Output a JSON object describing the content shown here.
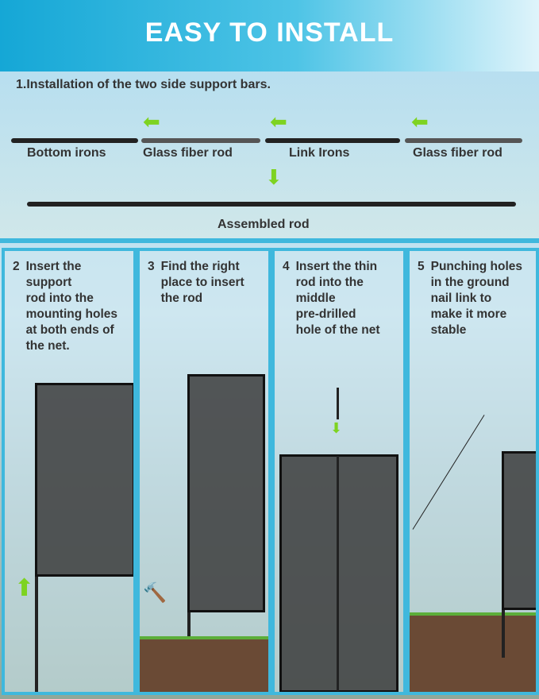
{
  "header": {
    "title": "EASY TO INSTALL"
  },
  "step1": {
    "title": "1.Installation of the two side support bars.",
    "labels": [
      "Bottom irons",
      "Glass fiber rod",
      "Link Irons",
      "Glass fiber rod"
    ],
    "assembled": "Assembled rod"
  },
  "steps": [
    {
      "num": "2",
      "text": "Insert the\nsupport\nrod into the\nmounting holes\nat both ends of\nthe net."
    },
    {
      "num": "3",
      "text": "Find the right\nplace to insert\nthe rod"
    },
    {
      "num": "4",
      "text": "Insert the thin\nrod into the\nmiddle\npre-drilled\nhole of the net"
    },
    {
      "num": "5",
      "text": "Punching holes\nin the ground\nnail link to\nmake it more\nstable"
    }
  ],
  "colors": {
    "accent": "#3fb8dd",
    "arrow": "#7ed321"
  }
}
